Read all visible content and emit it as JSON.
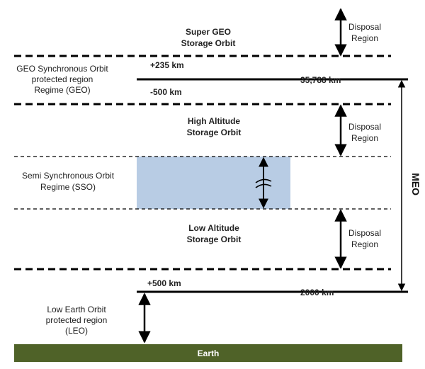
{
  "regions": {
    "super_geo": [
      "Super GEO",
      "Storage Orbit"
    ],
    "high_alt": [
      "High Altitude",
      "Storage Orbit"
    ],
    "low_alt": [
      "Low Altitude",
      "Storage Orbit"
    ]
  },
  "regimes": {
    "geo": [
      "GEO Synchronous Orbit",
      "protected region",
      "Regime (GEO)"
    ],
    "sso": [
      "Semi Synchronous Orbit",
      "Regime (SSO)"
    ],
    "leo": [
      "Low Earth Orbit",
      "protected region",
      "(LEO)"
    ]
  },
  "disposal": [
    "Disposal",
    "Region"
  ],
  "offsets": {
    "geo_plus": "+235 km",
    "geo_minus": "-500 km",
    "leo_plus": "+500 km"
  },
  "altitudes": {
    "geo": "35,788 km",
    "leo": "2000 km"
  },
  "meo": "MEO",
  "earth": "Earth",
  "colors": {
    "earth": "#4f6228",
    "sso_band": "#b8cce4",
    "line": "#000000"
  }
}
